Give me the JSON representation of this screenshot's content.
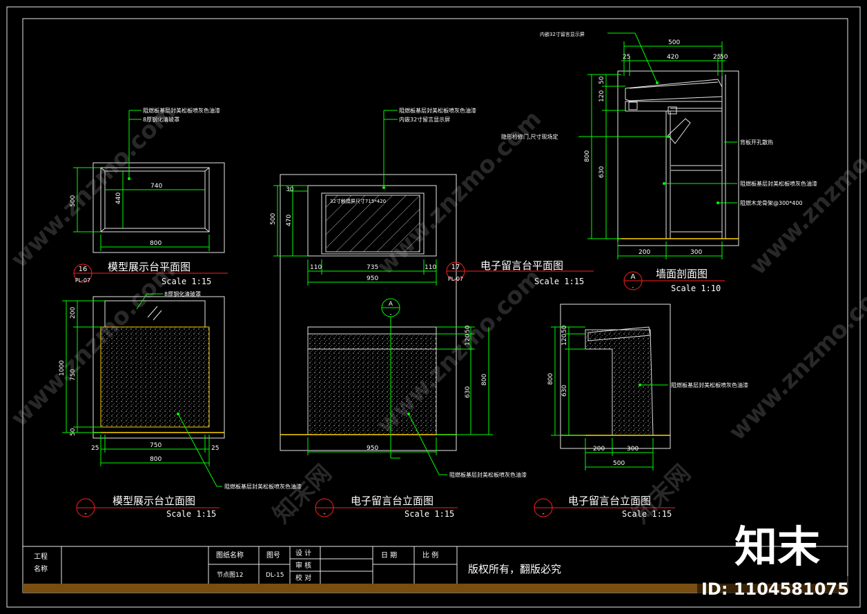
{
  "views": {
    "v16": {
      "number": "16",
      "sheet": "PL-07",
      "title": "模型展示台平面图",
      "scale": "Scale 1:15"
    },
    "v17": {
      "number": "17",
      "sheet": "PL-07",
      "title": "电子留言台平面图",
      "scale": "Scale 1:15"
    },
    "vA": {
      "number": "A",
      "sheet": "-",
      "title": "墙面剖面图",
      "scale": "Scale 1:10"
    },
    "e1": {
      "number": "-",
      "title": "模型展示台立面图",
      "scale": "Scale 1:15"
    },
    "e2": {
      "number": "-",
      "title": "电子留言台立面图",
      "scale": "Scale 1:15"
    },
    "e3": {
      "number": "-",
      "title": "电子留言台立面图",
      "scale": "Scale 1:15"
    }
  },
  "section_marker": {
    "top": "A",
    "bottom": "-"
  },
  "notes": {
    "finish": "阻燃板基层封美松板喷灰色油漆",
    "glass": "8厚钢化清玻罩",
    "screen": "内嵌32寸留言显示屏",
    "hidden_door": "隐形检修门,尺寸现场定",
    "vent": "背板开孔散热",
    "keel": "阻燃木龙骨架@300*400",
    "screen_label": "32寸触摸屏尺寸715*420"
  },
  "dims": {
    "p16": {
      "w740": "740",
      "h440": "440",
      "h500": "500",
      "w800": "800"
    },
    "p17": {
      "h30": "30",
      "h470": "470",
      "h500": "500",
      "l110": "110",
      "m735": "735",
      "r110": "110",
      "w950": "950"
    },
    "sec": {
      "w500": "500",
      "a25": "25",
      "b420": "420",
      "c25": "25",
      "d50": "50",
      "h50": "50",
      "h120": "120",
      "h800": "800",
      "h630": "630",
      "w200": "200",
      "w300": "300"
    },
    "e1": {
      "h200": "200",
      "h1000": "1000",
      "h750": "750",
      "h50": "50",
      "l25": "25",
      "m750": "750",
      "r25": "25",
      "w800": "800"
    },
    "e2": {
      "h50": "50",
      "h120": "120",
      "h630": "630",
      "h800": "800",
      "w950": "950"
    },
    "e3": {
      "h50": "50",
      "h120": "120",
      "h800": "800",
      "h630": "630",
      "w200": "200",
      "w300": "300",
      "w500": "500"
    }
  },
  "title_block": {
    "project_label_1": "工程",
    "project_label_2": "名称",
    "drawing_name_label": "图纸名称",
    "drawing_no_label": "图号",
    "design": "设 计",
    "review": "审 核",
    "check": "校 对",
    "date": "日 期",
    "scale": "比 例",
    "drawing_name": "节点图12",
    "drawing_no": "DL-15",
    "copyright": "版权所有，翻版必究"
  },
  "brand": {
    "logo": "知末",
    "id": "ID: 1104581075",
    "watermark": "www.znzmo.com",
    "watermark_cn": "知末网"
  },
  "colors": {
    "bg": "#000000",
    "dim": "#00ff00",
    "line": "#e8e8e8",
    "marker": "#ff2020",
    "floor": "#ffd400",
    "bar": "#7a4d10"
  }
}
